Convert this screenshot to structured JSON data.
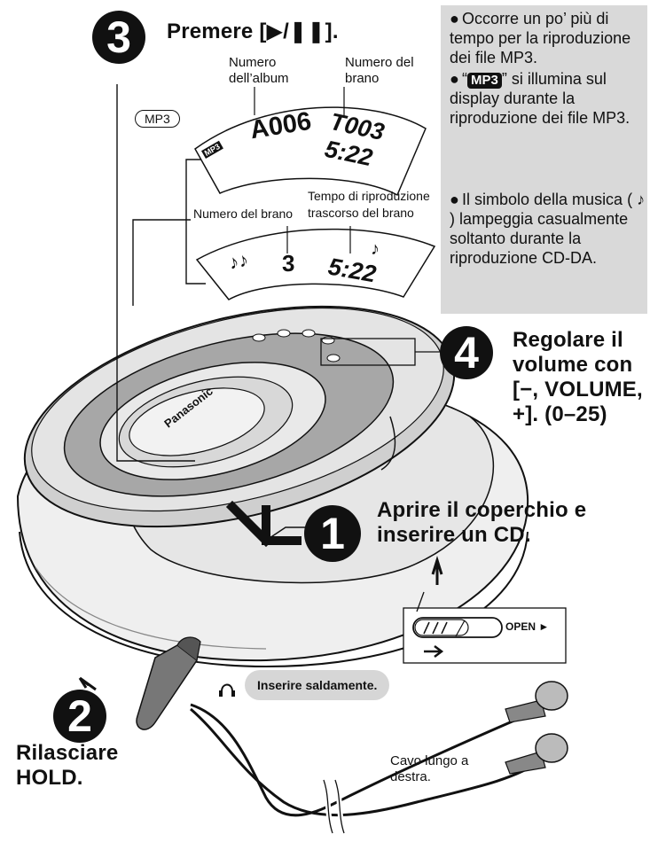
{
  "steps": [
    {
      "num": "3",
      "text": "Premere [▶/❚❚]."
    },
    {
      "num": "4",
      "line1": "Regolare il",
      "line2": "volume con",
      "line3": "[−, VOLUME,",
      "line4": "+]. (0–25)"
    },
    {
      "num": "1",
      "line1": "Aprire il coperchio e",
      "line2": "inserire un CD."
    },
    {
      "num": "2",
      "line1": "Rilasciare",
      "line2": "HOLD."
    }
  ],
  "labels": {
    "album_number": [
      "Numero",
      "dell’album"
    ],
    "track_number_top": [
      "Numero del",
      "brano"
    ],
    "mp3_pill": "MP3",
    "elapsed_time": [
      "Tempo di riproduzione",
      "trascorso del brano"
    ],
    "track_number_bottom": "Numero del brano",
    "open": "OPEN ►",
    "insert_firmly": "Inserire saldamente.",
    "cable": [
      "Cavo lungo a",
      "destra."
    ]
  },
  "display_mp3": {
    "badge": "MP3",
    "album": "A006",
    "track": "T003",
    "time": "5:22"
  },
  "display_cd": {
    "notes": "♪♪",
    "track": "3",
    "time": "5:22",
    "note": "♪"
  },
  "brand": "Panasonic",
  "notes": [
    "Occorre un po’ più di tempo per la riproduzione dei file MP3.",
    {
      "pre": "“",
      "tag": "MP3",
      "post": "” si illumina sul display durante la riproduzione dei file MP3."
    },
    "Il simbolo della musica ( ♪ ) lampeggia casualmente soltanto durante la riproduzione CD-DA."
  ]
}
